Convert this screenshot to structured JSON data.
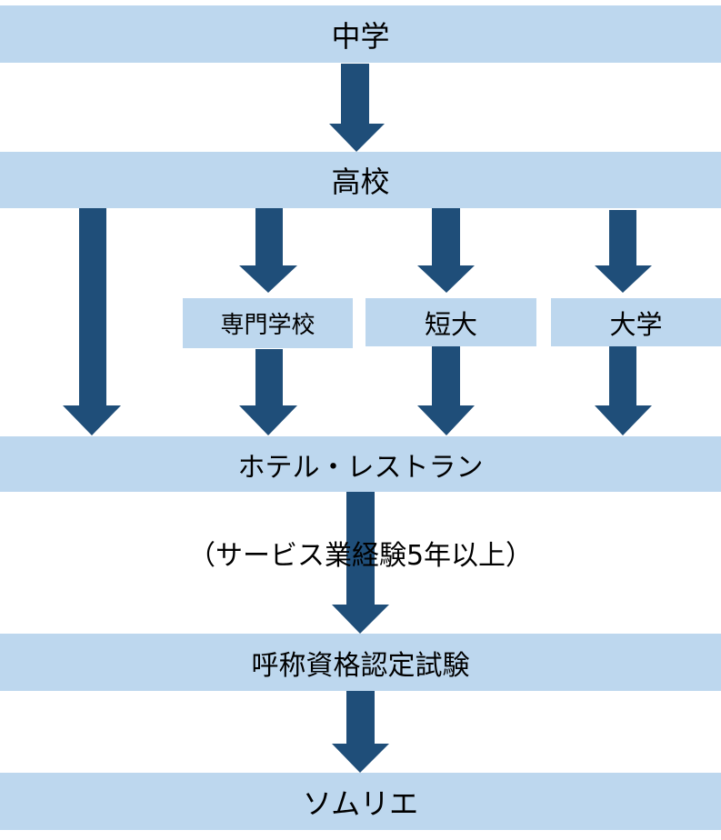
{
  "colors": {
    "node_fill": "#bdd7ee",
    "arrow_fill": "#1f4e79",
    "text": "#000000"
  },
  "nodes": {
    "junior_high": "中学",
    "high_school": "高校",
    "vocational_school": "専門学校",
    "junior_college": "短大",
    "university": "大学",
    "hotel_restaurant": "ホテル・レストラン",
    "experience_note": "（サービス業経験5年以上）",
    "certification_exam": "呼称資格認定試験",
    "sommelier": "ソムリエ"
  },
  "edges": [
    {
      "from": "中学",
      "to": "高校"
    },
    {
      "from": "高校",
      "to": "ホテル・レストラン"
    },
    {
      "from": "高校",
      "to": "専門学校"
    },
    {
      "from": "高校",
      "to": "短大"
    },
    {
      "from": "高校",
      "to": "大学"
    },
    {
      "from": "専門学校",
      "to": "ホテル・レストラン"
    },
    {
      "from": "短大",
      "to": "ホテル・レストラン"
    },
    {
      "from": "大学",
      "to": "ホテル・レストラン"
    },
    {
      "from": "ホテル・レストラン",
      "to": "呼称資格認定試験",
      "label": "（サービス業経験5年以上）"
    },
    {
      "from": "呼称資格認定試験",
      "to": "ソムリエ"
    }
  ]
}
